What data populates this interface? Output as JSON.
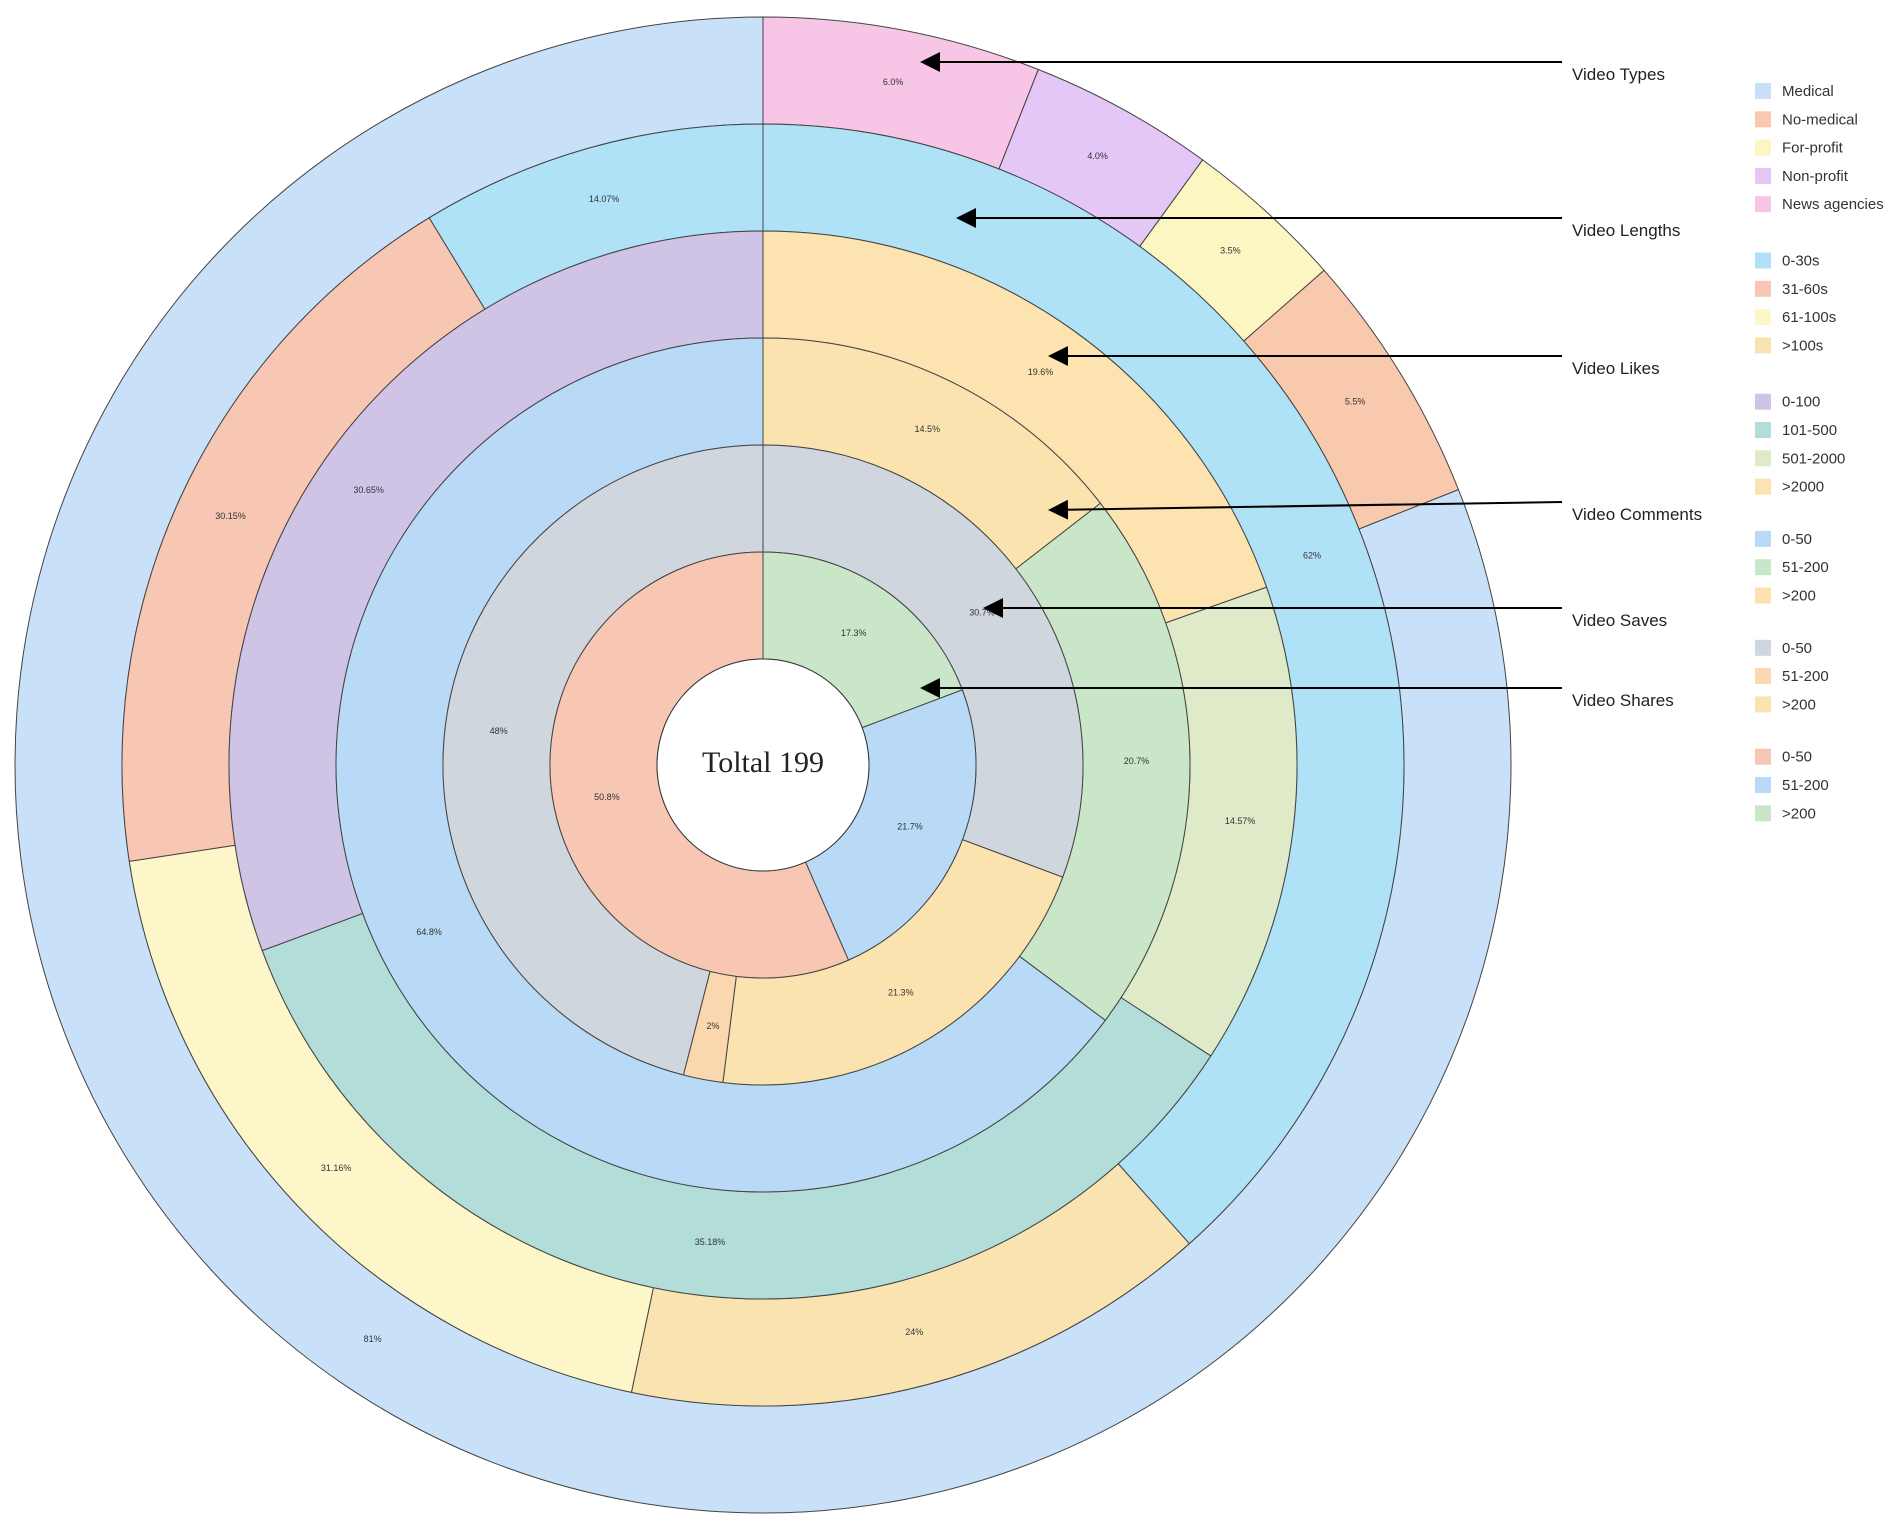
{
  "chart_data": {
    "type": "sunburst-rings",
    "center_text": "Toltal 199",
    "rings": [
      {
        "name": "Video Types",
        "segments": [
          {
            "value": 6.0,
            "label": "6.0%",
            "color": "#f7c6e6"
          },
          {
            "value": 4.0,
            "label": "4.0%",
            "color": "#e4c6f7"
          },
          {
            "value": 3.5,
            "label": "3.5%",
            "color": "#fbf6c2"
          },
          {
            "value": 5.5,
            "label": "5.5%",
            "color": "#f9c9ae"
          },
          {
            "value": 81.0,
            "label": "81%",
            "color": "#c8e0f8"
          }
        ]
      },
      {
        "name": "Video Lengths",
        "segments": [
          {
            "value": 62.0,
            "label": "62%",
            "color": "#b0e2f7"
          },
          {
            "value": 24.0,
            "label": "24%",
            "color": "#f9e3b0"
          },
          {
            "value": 31.16,
            "label": "31.16%",
            "color": "#fcf6c8"
          },
          {
            "value": 30.15,
            "label": "30.15%",
            "color": "#f8c7b4"
          },
          {
            "value": 14.07,
            "label": "14.07%",
            "color": "#b0e2f7"
          }
        ]
      },
      {
        "name": "Video Likes",
        "segments": [
          {
            "value": 19.6,
            "label": "19.6%",
            "color": "#fce3b0"
          },
          {
            "value": 14.57,
            "label": "14.57%",
            "color": "#dfeac8"
          },
          {
            "value": 35.18,
            "label": "35.18%",
            "color": "#b2ddd9"
          },
          {
            "value": 30.65,
            "label": "30.65%",
            "color": "#d0c4e6"
          }
        ]
      },
      {
        "name": "Video Comments",
        "segments": [
          {
            "value": 14.5,
            "label": "14.5%",
            "color": "#fbe3b0"
          },
          {
            "value": 20.7,
            "label": "20.7%",
            "color": "#c9e6c8"
          },
          {
            "value": 64.8,
            "label": "64.8%",
            "color": "#b8daf7"
          }
        ]
      },
      {
        "name": "Video Saves",
        "segments": [
          {
            "value": 30.7,
            "label": "30.7%",
            "color": "#d0d6de"
          },
          {
            "value": 21.3,
            "label": "21.3%",
            "color": "#fbe3b0"
          },
          {
            "value": 2.0,
            "label": "2%",
            "color": "#fad7ae"
          },
          {
            "value": 46.0,
            "label": "48%",
            "color": "#d0d6de"
          }
        ]
      },
      {
        "name": "Video Shares",
        "segments": [
          {
            "value": 17.3,
            "label": "17.3%",
            "color": "#c9e6c8"
          },
          {
            "value": 21.7,
            "label": "21.7%",
            "color": "#b8daf7"
          },
          {
            "value": 50.8,
            "label": "50.8%",
            "color": "#f8c7b4"
          }
        ]
      }
    ],
    "legend": [
      {
        "group": "Video Types",
        "items": [
          {
            "label": "Medical",
            "color": "#c8e0f8"
          },
          {
            "label": "No-medical",
            "color": "#f9c9ae"
          },
          {
            "label": "For-profit",
            "color": "#fbf6c2"
          },
          {
            "label": "Non-profit",
            "color": "#e4c6f7"
          },
          {
            "label": "News agencies",
            "color": "#f7c6e6"
          }
        ]
      },
      {
        "group": "Video Lengths",
        "items": [
          {
            "label": "0-30s",
            "color": "#b0e2f7"
          },
          {
            "label": "31-60s",
            "color": "#f8c7b4"
          },
          {
            "label": "61-100s",
            "color": "#fcf6c8"
          },
          {
            "label": ">100s",
            "color": "#f9e3b0"
          }
        ]
      },
      {
        "group": "Video Likes",
        "items": [
          {
            "label": "0-100",
            "color": "#d0c4e6"
          },
          {
            "label": "101-500",
            "color": "#b2ddd9"
          },
          {
            "label": "501-2000",
            "color": "#dfeac8"
          },
          {
            "label": ">2000",
            "color": "#fce3b0"
          }
        ]
      },
      {
        "group": "Video Comments",
        "items": [
          {
            "label": "0-50",
            "color": "#b8daf7"
          },
          {
            "label": "51-200",
            "color": "#c9e6c8"
          },
          {
            "label": ">200",
            "color": "#fbe3b0"
          }
        ]
      },
      {
        "group": "Video Saves",
        "items": [
          {
            "label": "0-50",
            "color": "#d0d6de"
          },
          {
            "label": "51-200",
            "color": "#fad7ae"
          },
          {
            "label": ">200",
            "color": "#fbe3b0"
          }
        ]
      },
      {
        "group": "Video Shares",
        "items": [
          {
            "label": "0-50",
            "color": "#f8c7b4"
          },
          {
            "label": "51-200",
            "color": "#b8daf7"
          },
          {
            "label": ">200",
            "color": "#c9e6c8"
          }
        ]
      }
    ]
  }
}
